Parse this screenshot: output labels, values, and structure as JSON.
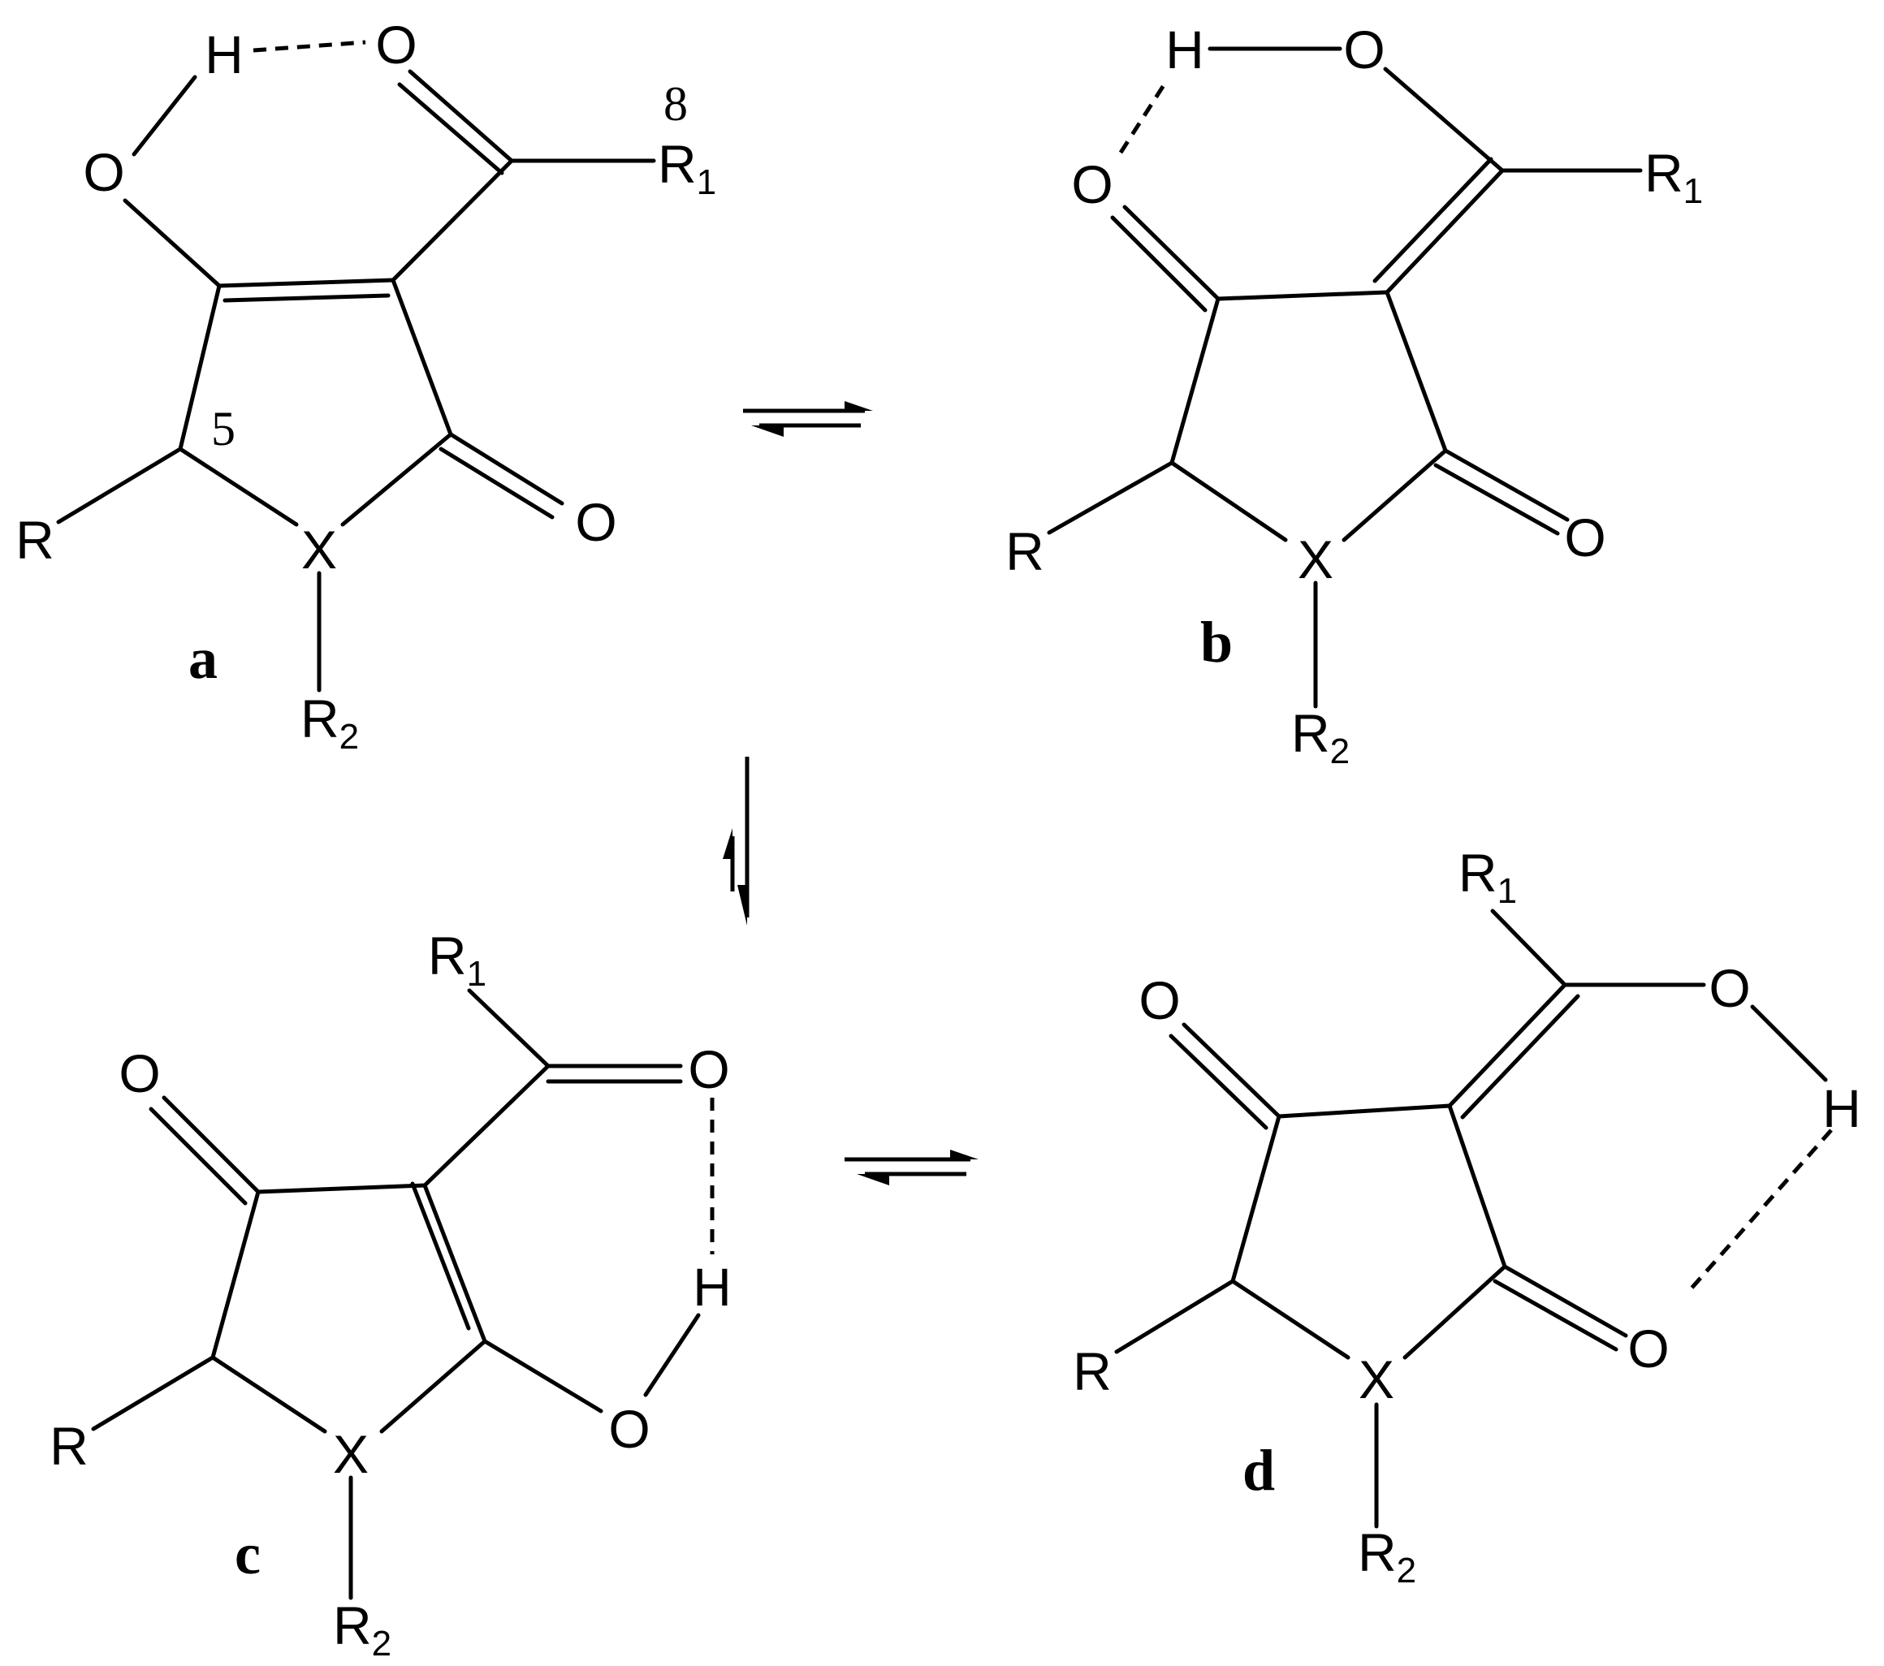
{
  "atoms": {
    "O": "O",
    "H": "H",
    "R": "R",
    "X": "X",
    "R1_base": "R",
    "R1_sub": "1",
    "R2_base": "R",
    "R2_sub": "2"
  },
  "positions": {
    "five": "5",
    "eight": "8"
  },
  "labels": {
    "a": "a",
    "b": "b",
    "c": "c",
    "d": "d"
  }
}
